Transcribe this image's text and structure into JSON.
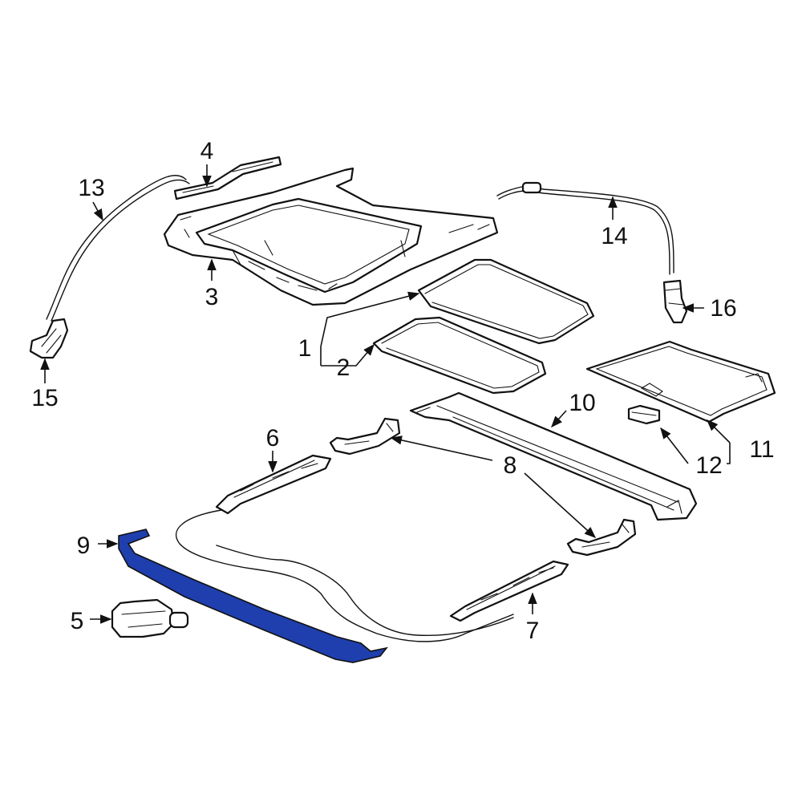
{
  "diagram": {
    "highlight_color": "#1f3fae",
    "outline_color": "#111111",
    "background": "#ffffff",
    "callouts": {
      "c1": "1",
      "c2": "2",
      "c3": "3",
      "c4": "4",
      "c5": "5",
      "c6": "6",
      "c7": "7",
      "c8": "8",
      "c9": "9",
      "c10": "10",
      "c11": "11",
      "c12": "12",
      "c13": "13",
      "c14": "14",
      "c15": "15",
      "c16": "16"
    },
    "highlighted_part": "9"
  }
}
